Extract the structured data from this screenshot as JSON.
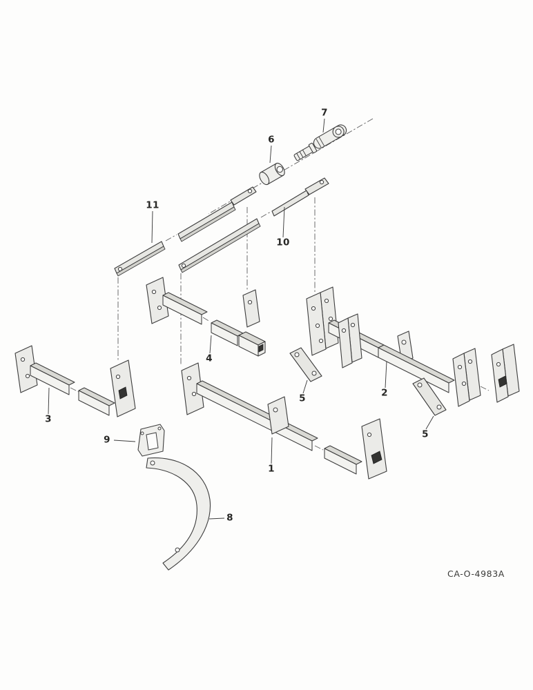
{
  "diagram": {
    "type": "exploded-parts-diagram",
    "reference_code": "CA-O-4983A",
    "callouts": [
      {
        "label": "7",
        "part": "clevis-link"
      },
      {
        "label": "6",
        "part": "bushing-spacer"
      },
      {
        "label": "11",
        "part": "diagonal-brace-strap-left"
      },
      {
        "label": "10",
        "part": "diagonal-brace-strap-right"
      },
      {
        "label": "4",
        "part": "square-tube-bar-center"
      },
      {
        "label": "3",
        "part": "square-tube-bar-left"
      },
      {
        "label": "5",
        "part": "spacer-plate-front"
      },
      {
        "label": "2",
        "part": "square-tube-bar-right"
      },
      {
        "label": "5",
        "part": "spacer-plate-rear"
      },
      {
        "label": "9",
        "part": "clamp-bracket"
      },
      {
        "label": "1",
        "part": "square-tube-bar-bottom"
      },
      {
        "label": "8",
        "part": "curved-shank"
      }
    ]
  }
}
